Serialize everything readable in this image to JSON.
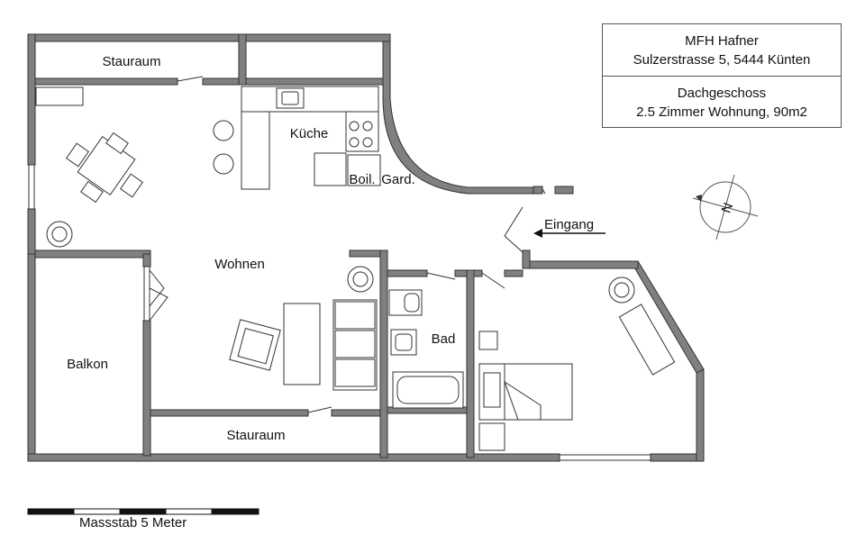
{
  "title_block": {
    "building": "MFH Hafner",
    "address": "Sulzerstrasse 5, 5444 Künten",
    "floor": "Dachgeschoss",
    "unit": "2.5 Zimmer Wohnung, 90m2"
  },
  "rooms": {
    "stauraum_top": "Stauraum",
    "kueche": "Küche",
    "boiler": "Boil.",
    "garderobe": "Gard.",
    "wohnen": "Wohnen",
    "balkon": "Balkon",
    "bad": "Bad",
    "stauraum_bottom": "Stauraum"
  },
  "entrance_label": "Eingang",
  "compass_letter": "N",
  "scale_label": "Massstab 5 Meter",
  "colors": {
    "wall": "#808080",
    "line": "#333333",
    "background": "#ffffff"
  }
}
